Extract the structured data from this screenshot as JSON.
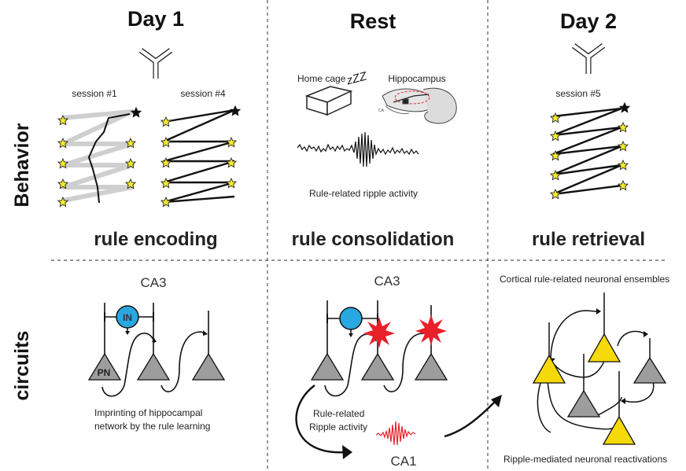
{
  "columns": {
    "day1": "Day 1",
    "rest": "Rest",
    "day2": "Day 2"
  },
  "rows": {
    "behavior": "Behavior",
    "circuits": "circuits"
  },
  "behavior": {
    "session1": "session #1",
    "session4": "session #4",
    "session5": "session #5",
    "home_cage": "Home cage",
    "zzz": "zZZ",
    "hippocampus": "Hippocampus",
    "ripple_caption": "Rule-related ripple activity",
    "encoding": "rule encoding",
    "consolidation": "rule consolidation",
    "retrieval": "rule retrieval"
  },
  "circuits": {
    "ca3_left": "CA3",
    "ca3_mid": "CA3",
    "in_label": "IN",
    "pn_label": "PN",
    "imprint_line1": "Imprinting of hippocampal",
    "imprint_line2": "network by the rule learning",
    "ripple_line1": "Rule-related",
    "ripple_line2": "Ripple activity",
    "ca1": "CA1",
    "cortical": "Cortical rule-related neuronal ensembles",
    "reactivation": "Ripple-mediated neuronal reactivations"
  },
  "colors": {
    "star_yellow": "#f4ea2c",
    "interneuron_blue": "#29a8e0",
    "pyramidal_gray": "#9d9d9d",
    "cortical_yellow": "#f5d90a",
    "ripple_red": "#e8202a"
  }
}
